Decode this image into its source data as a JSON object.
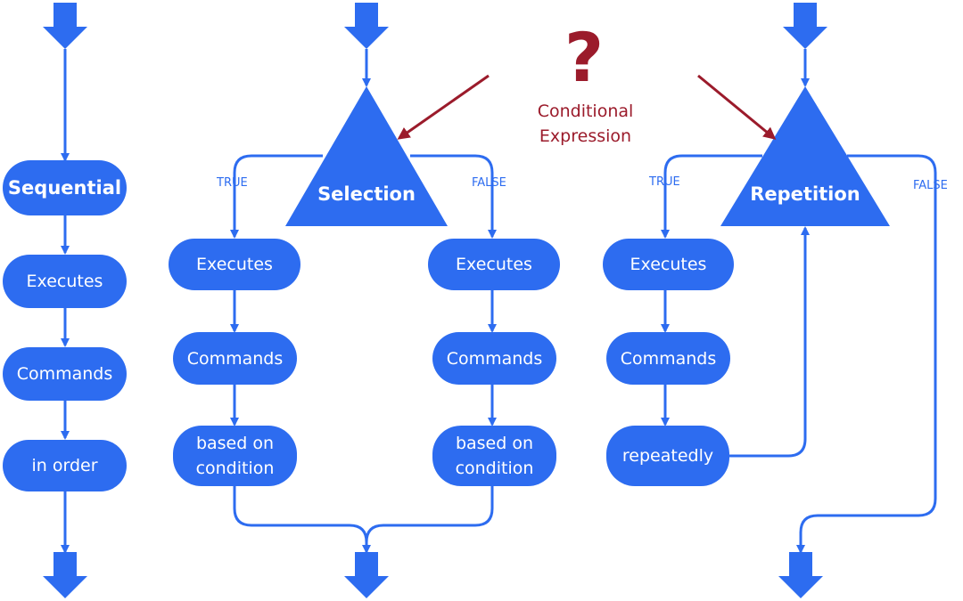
{
  "colors": {
    "flow": "#2d6cf0",
    "annotation": "#9b1b2b",
    "text_on_flow": "#ffffff"
  },
  "annotation": {
    "question_mark": "?",
    "text": "Conditional\nExpression"
  },
  "sequential": {
    "title": "Sequential",
    "steps": [
      "Executes",
      "Commands",
      "in order"
    ]
  },
  "selection": {
    "title": "Selection",
    "true_label": "TRUE",
    "false_label": "FALSE",
    "true_steps": [
      "Executes",
      "Commands",
      "based on\ncondition"
    ],
    "false_steps": [
      "Executes",
      "Commands",
      "based on\ncondition"
    ]
  },
  "repetition": {
    "title": "Repetition",
    "true_label": "TRUE",
    "false_label": "FALSE",
    "steps": [
      "Executes",
      "Commands",
      "repeatedly"
    ]
  }
}
